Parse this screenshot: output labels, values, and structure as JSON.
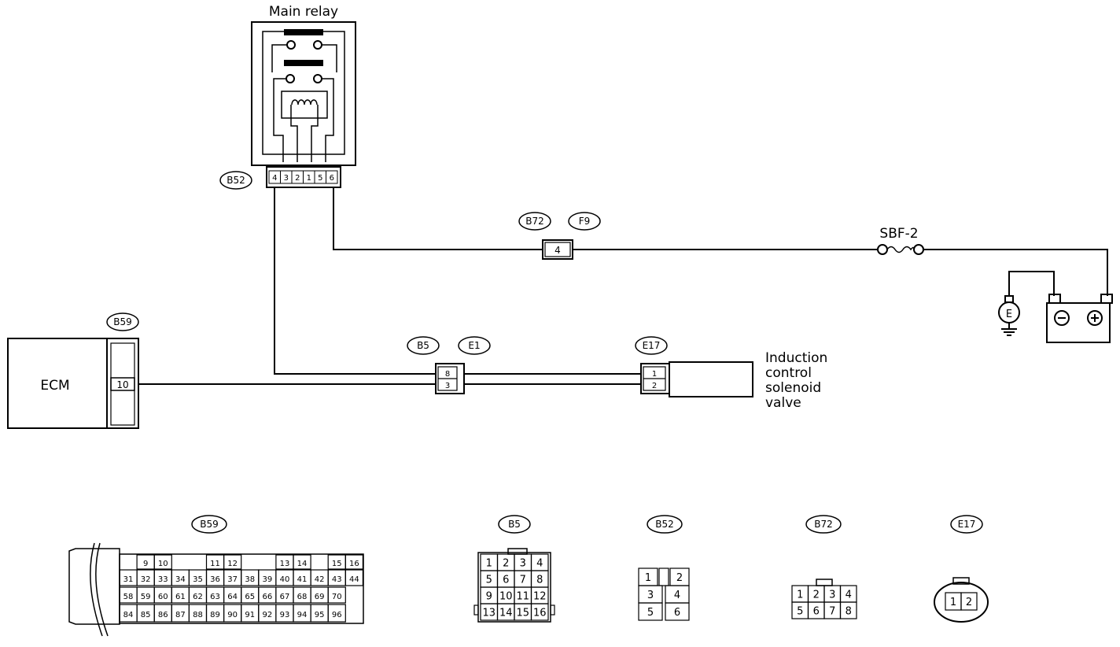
{
  "relay": {
    "title": "Main relay",
    "connector": "B52",
    "pins": [
      "4",
      "3",
      "2",
      "1",
      "5",
      "6"
    ]
  },
  "ecm": {
    "label": "ECM",
    "connector": "B59",
    "pin": "10"
  },
  "joint_b5_e1": {
    "left": "B5",
    "right": "E1",
    "pins": [
      "8",
      "3"
    ]
  },
  "joint_b72_f9": {
    "left": "B72",
    "right": "F9",
    "pin": "4"
  },
  "fuse": {
    "label": "SBF-2"
  },
  "ground": {
    "label": "E"
  },
  "battery": {
    "neg": "⊖",
    "pos": "⊕"
  },
  "solenoid": {
    "connector": "E17",
    "pins": [
      "1",
      "2"
    ],
    "label_lines": [
      "Induction",
      "control",
      "solenoid",
      "valve"
    ]
  },
  "connector_views": {
    "b59": {
      "label": "B59",
      "rows": [
        [
          "9",
          "10",
          "11",
          "12",
          "13",
          "14",
          "15",
          "16"
        ],
        [
          "31",
          "32",
          "33",
          "34",
          "35",
          "36",
          "37",
          "38",
          "39",
          "40",
          "41",
          "42",
          "43",
          "44"
        ],
        [
          "58",
          "59",
          "60",
          "61",
          "62",
          "63",
          "64",
          "65",
          "66",
          "67",
          "68",
          "69",
          "70"
        ],
        [
          "84",
          "85",
          "86",
          "87",
          "88",
          "89",
          "90",
          "91",
          "92",
          "93",
          "94",
          "95",
          "96"
        ]
      ]
    },
    "b5": {
      "label": "B5",
      "rows": [
        [
          "1",
          "2",
          "3",
          "4"
        ],
        [
          "5",
          "6",
          "7",
          "8"
        ],
        [
          "9",
          "10",
          "11",
          "12"
        ],
        [
          "13",
          "14",
          "15",
          "16"
        ]
      ]
    },
    "b52": {
      "label": "B52",
      "rows": [
        [
          "1",
          "2"
        ],
        [
          "3",
          "4"
        ],
        [
          "5",
          "6"
        ]
      ]
    },
    "b72": {
      "label": "B72",
      "rows": [
        [
          "1",
          "2",
          "3",
          "4"
        ],
        [
          "5",
          "6",
          "7",
          "8"
        ]
      ]
    },
    "e17": {
      "label": "E17",
      "rows": [
        [
          "1",
          "2"
        ]
      ]
    }
  }
}
